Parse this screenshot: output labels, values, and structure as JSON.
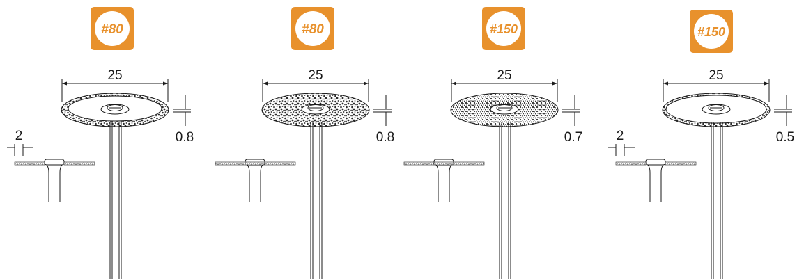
{
  "accent_color": "#e8912c",
  "discs": [
    {
      "grit_label": "#80",
      "diameter_label": "25",
      "thickness_label": "0.8",
      "side_width_label": "2",
      "coating": "rim"
    },
    {
      "grit_label": "#80",
      "diameter_label": "25",
      "thickness_label": "0.8",
      "coating": "full"
    },
    {
      "grit_label": "#150",
      "diameter_label": "25",
      "thickness_label": "0.7",
      "coating": "full"
    },
    {
      "grit_label": "#150",
      "diameter_label": "25",
      "thickness_label": "0.5",
      "side_width_label": "2",
      "coating": "rim"
    }
  ]
}
